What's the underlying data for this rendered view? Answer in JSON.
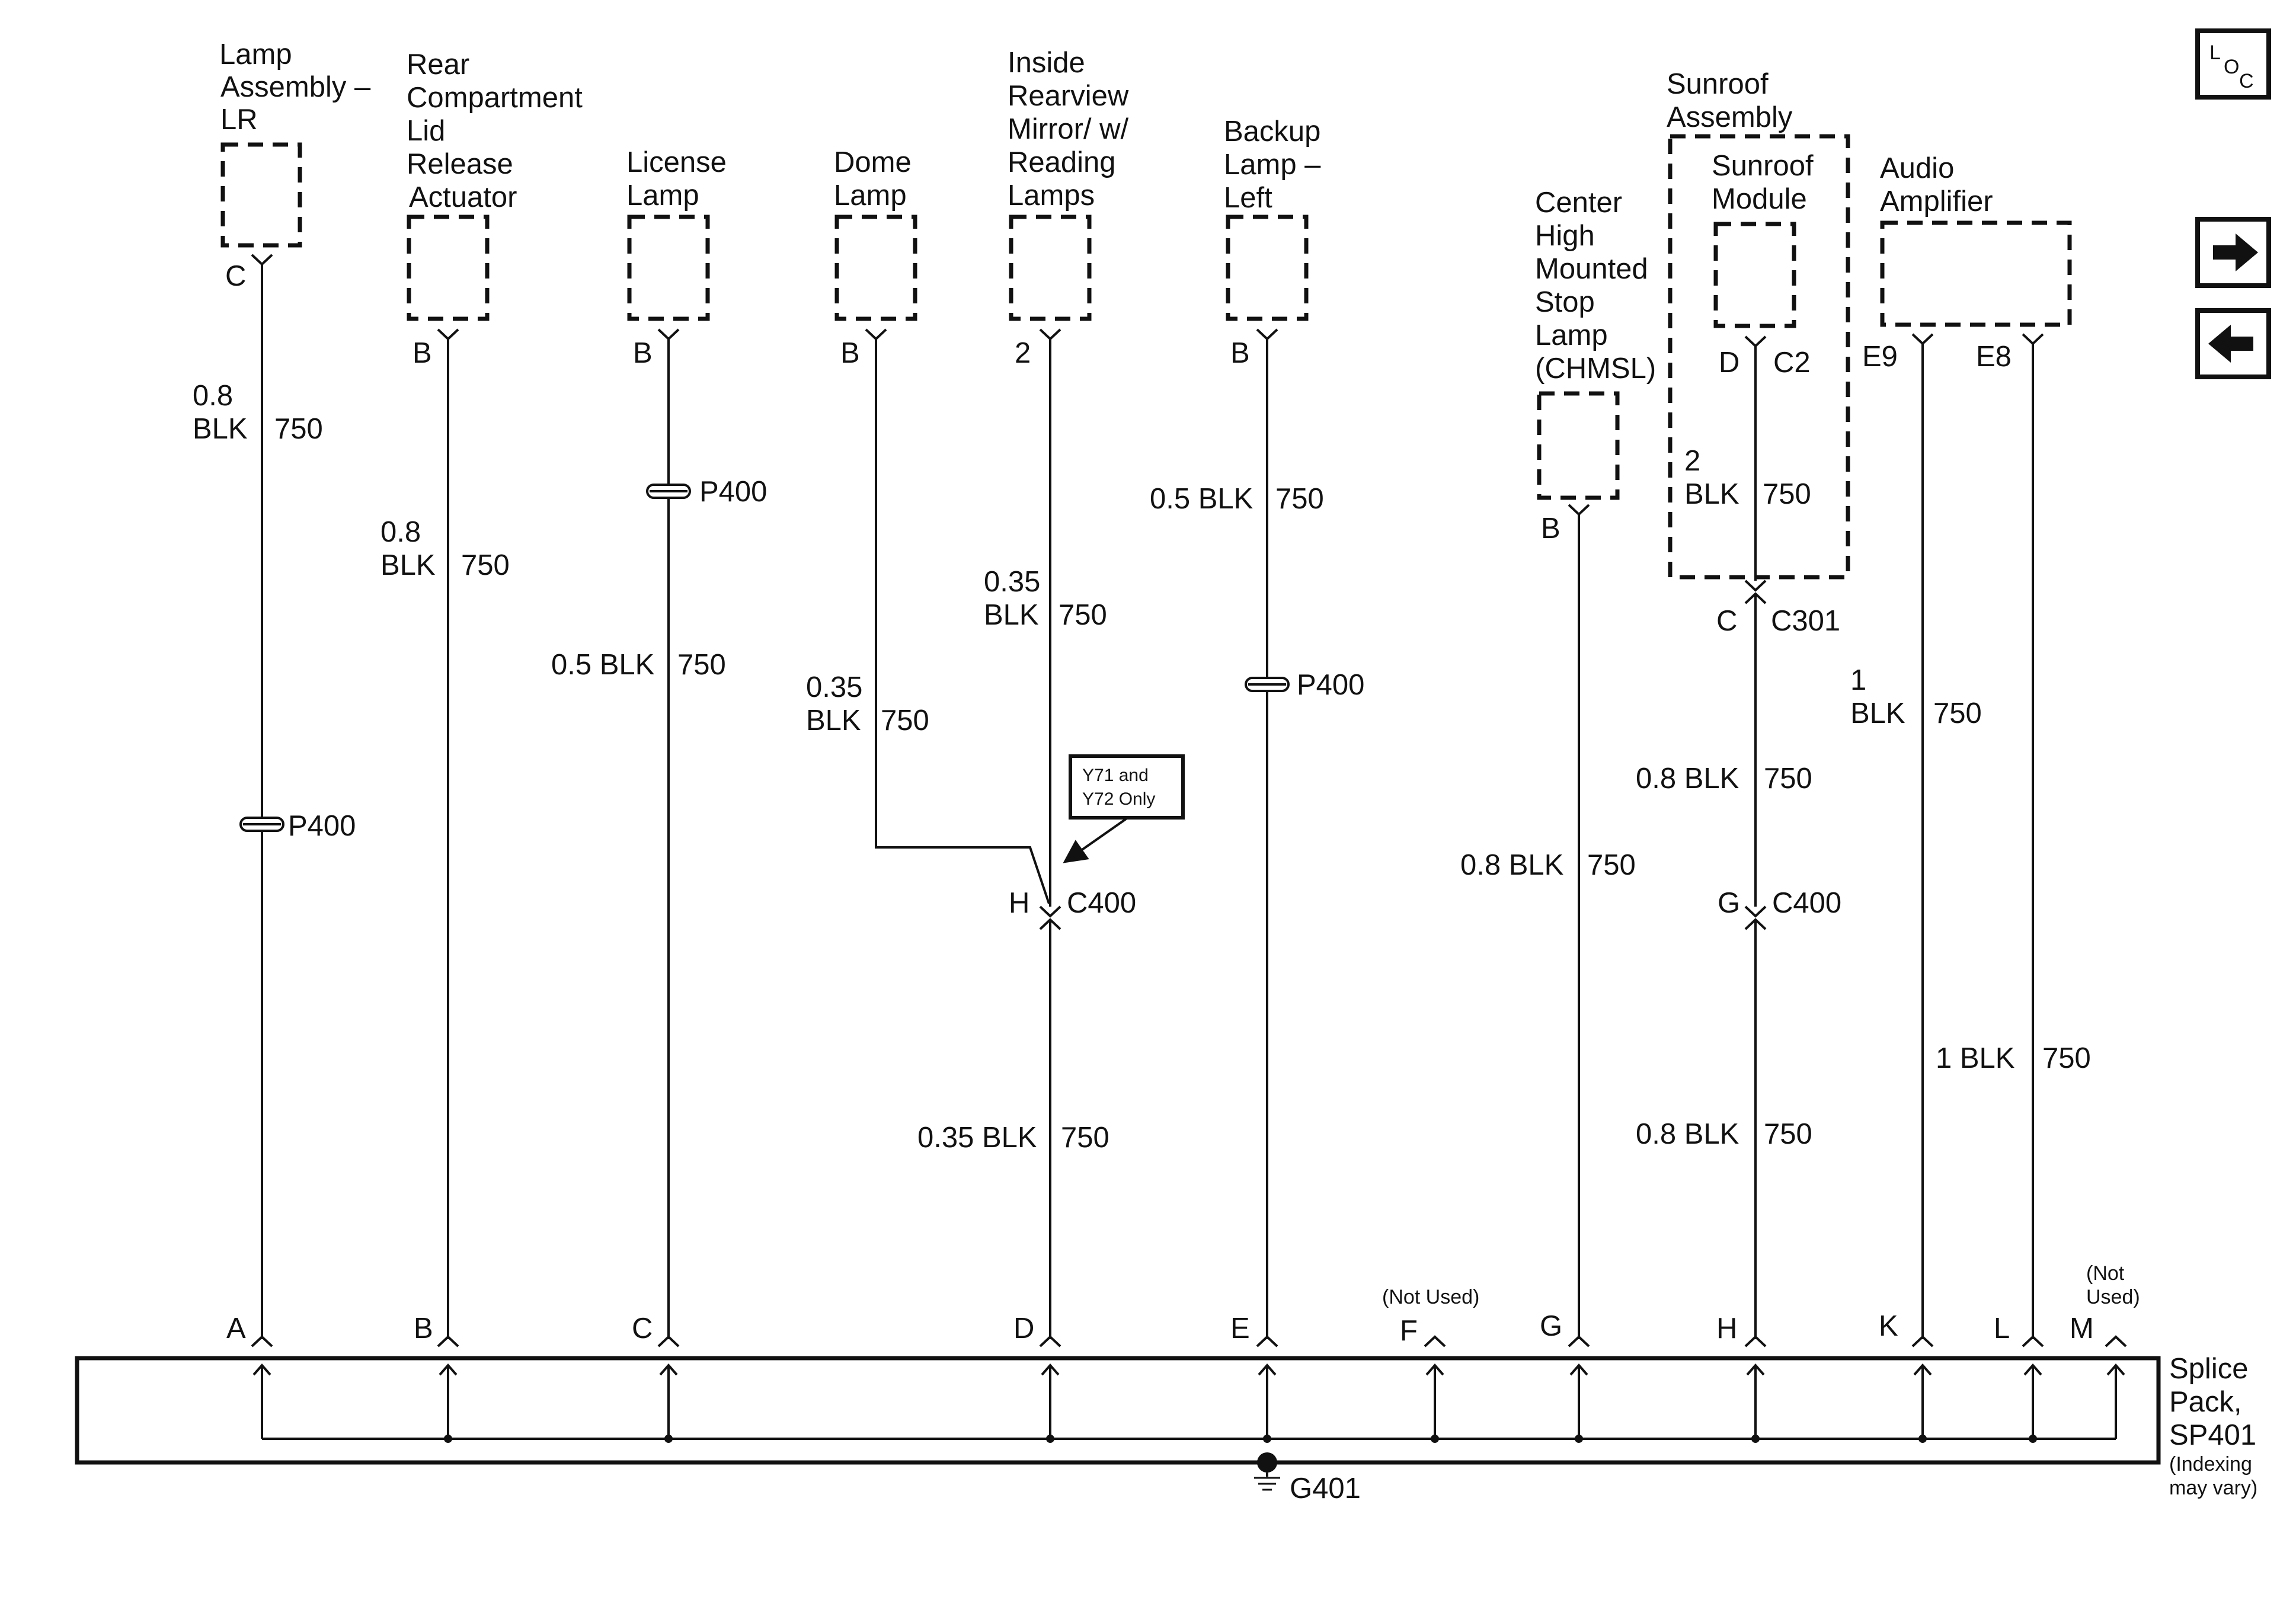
{
  "components": {
    "lamp_lr": [
      "Lamp",
      "Assembly –",
      "LR"
    ],
    "rear_lid": [
      "Rear",
      "Compartment",
      "Lid",
      "Release",
      "Actuator"
    ],
    "license": [
      "License",
      "Lamp"
    ],
    "dome": [
      "Dome",
      "Lamp"
    ],
    "mirror": [
      "Inside",
      "Rearview",
      "Mirror/ w/",
      "Reading",
      "Lamps"
    ],
    "backup": [
      "Backup",
      "Lamp –",
      "Left"
    ],
    "chmsl": [
      "Center",
      "High",
      "Mounted",
      "Stop",
      "Lamp",
      "(CHMSL)"
    ],
    "sunroof_assembly": [
      "Sunroof",
      "Assembly"
    ],
    "sunroof_module": [
      "Sunroof",
      "Module"
    ],
    "audio": [
      "Audio",
      "Amplifier"
    ]
  },
  "pins": {
    "lamp_lr": "C",
    "rear_lid": "B",
    "license": "B",
    "dome": "B",
    "mirror": "2",
    "backup": "B",
    "chmsl": "B",
    "sunroof_d": "D",
    "sunroof_c2": "C2",
    "audio_e9": "E9",
    "audio_e8": "E8"
  },
  "wires": {
    "w1": [
      "0.8",
      "BLK",
      "750"
    ],
    "w2": [
      "0.8",
      "BLK",
      "750"
    ],
    "w3": [
      "0.5 BLK",
      "750"
    ],
    "w4": [
      "0.35",
      "BLK",
      "750"
    ],
    "w5a": [
      "0.35",
      "BLK",
      "750"
    ],
    "w5b": [
      "0.35 BLK",
      "750"
    ],
    "w6": [
      "0.5 BLK",
      "750"
    ],
    "w7": [
      "0.8 BLK",
      "750"
    ],
    "w8a": [
      "2",
      "BLK",
      "750"
    ],
    "w8b": [
      "0.8 BLK",
      "750"
    ],
    "w8c": [
      "0.8 BLK",
      "750"
    ],
    "w9": [
      "1",
      "BLK",
      "750"
    ],
    "w10": [
      "1 BLK",
      "750"
    ]
  },
  "inline": {
    "p400": "P400",
    "c400": "C400",
    "c301": "C301",
    "mirror_c400_pin": "H",
    "sunroof_c400_pin": "G",
    "sunroof_c301_pin": "C"
  },
  "option_note": [
    "Y71 and",
    "Y72 Only"
  ],
  "splice": {
    "title": [
      "Splice",
      "Pack,",
      "SP401"
    ],
    "note": [
      "(Indexing",
      "may vary)"
    ],
    "pins": [
      "A",
      "B",
      "C",
      "D",
      "E",
      "F",
      "G",
      "H",
      "K",
      "L",
      "M"
    ],
    "not_used_f": "(Not Used)",
    "not_used_m": [
      "(Not",
      "Used)"
    ]
  },
  "ground": "G401",
  "loc_icon": {
    "L": "L",
    "O": "O",
    "C": "C"
  },
  "icons": {
    "next": "arrow-right-icon",
    "prev": "arrow-left-icon"
  }
}
